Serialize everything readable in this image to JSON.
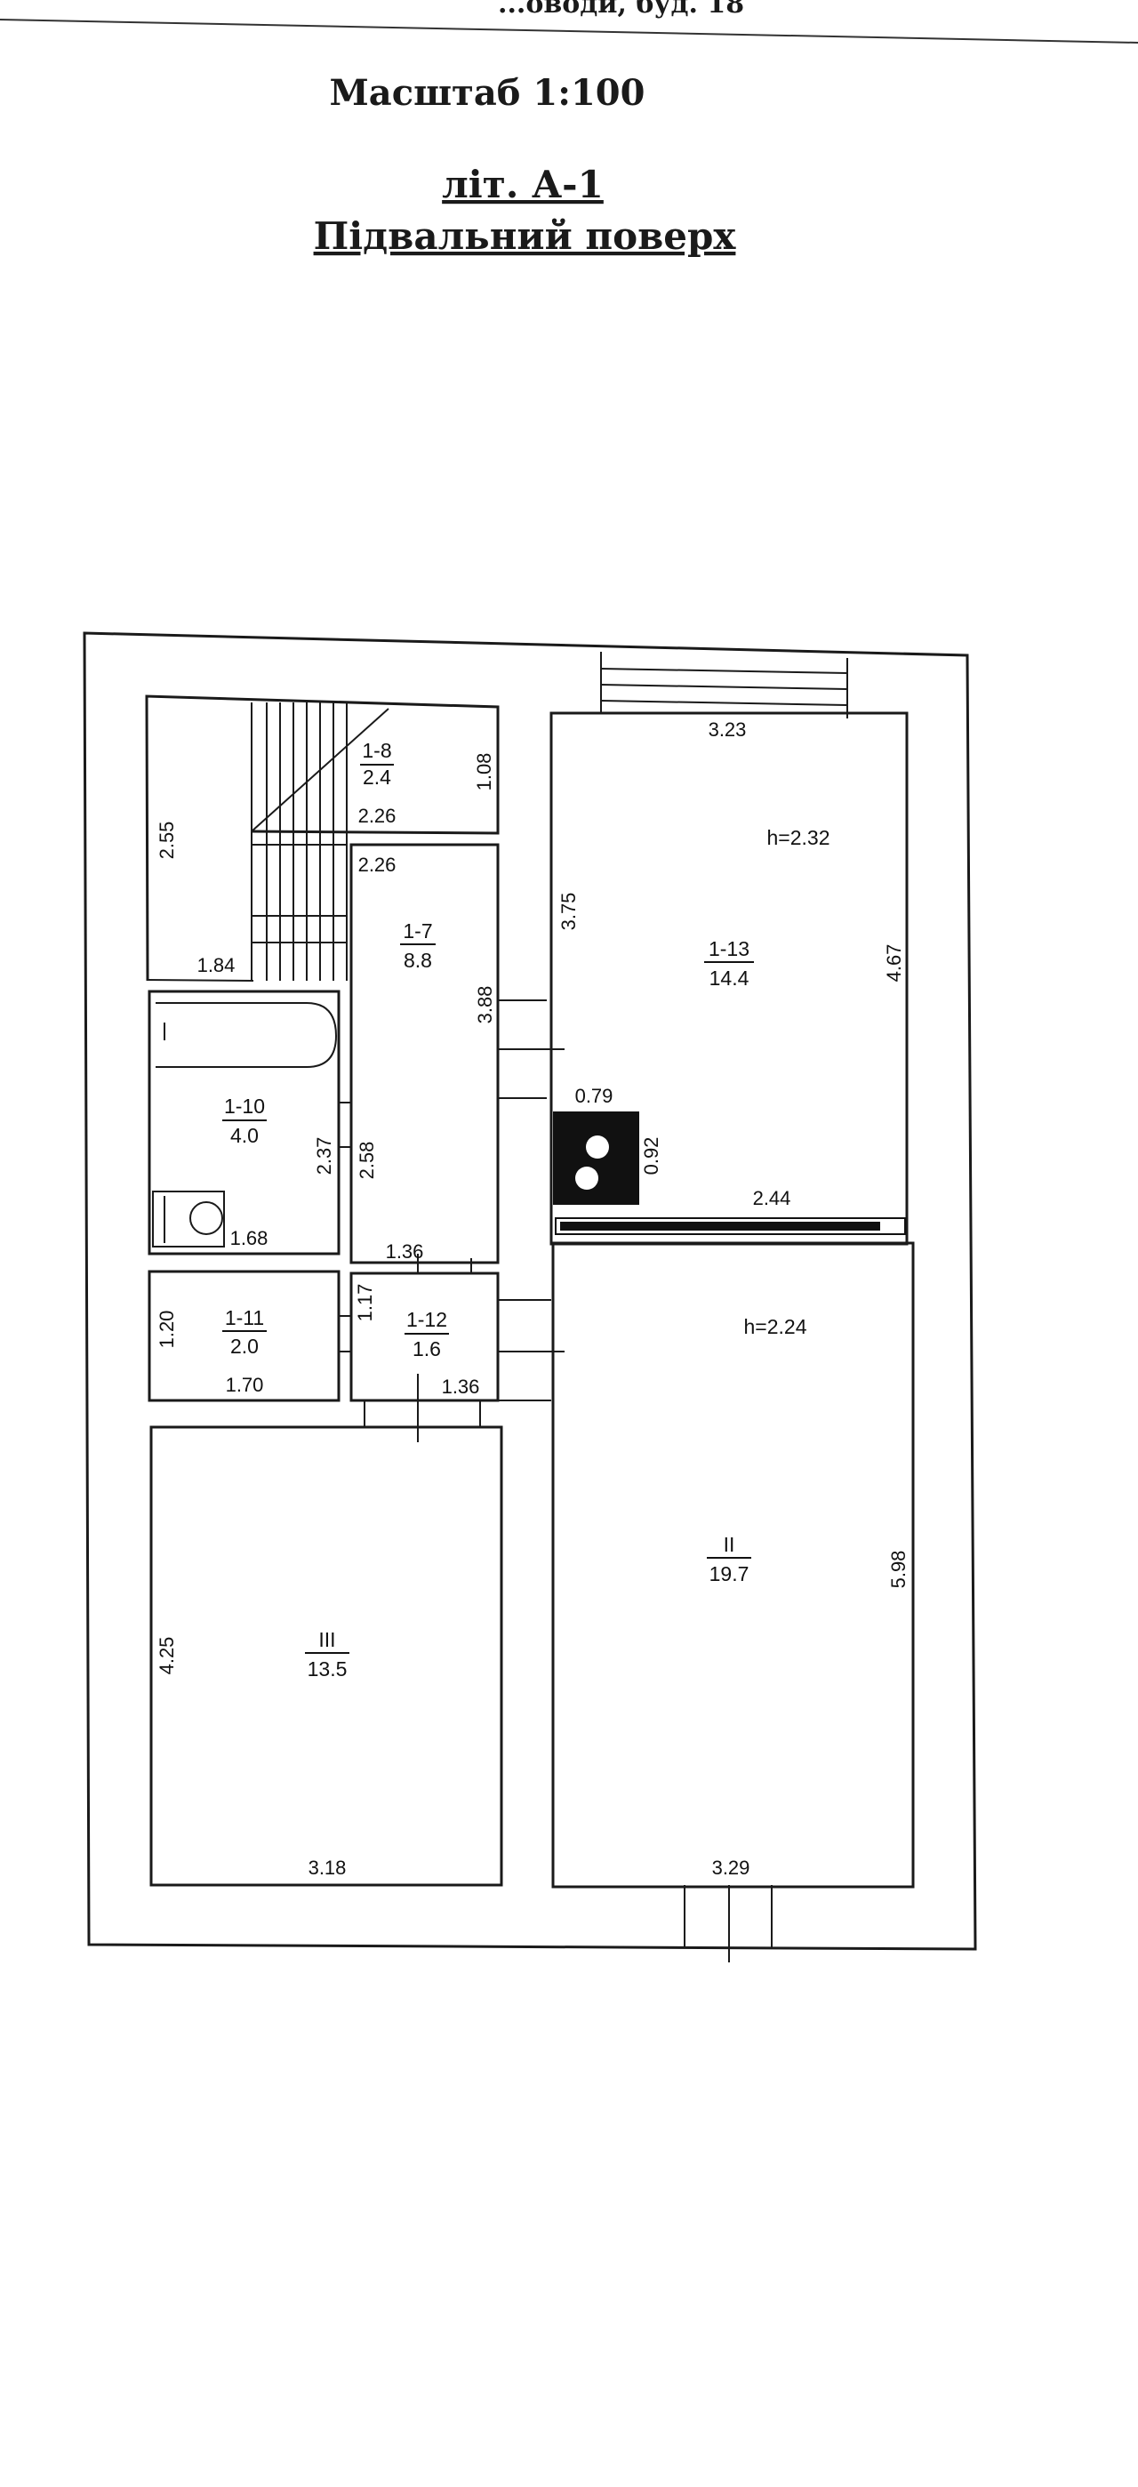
{
  "header": {
    "top_fragment": "...оводи, буд. 18",
    "scale": "Масштаб 1:100",
    "liter": "літ. А-1",
    "floor": "Підвальний поверх"
  },
  "rooms": {
    "r1_8": {
      "id": "1-8",
      "area": "2.4"
    },
    "r1_7": {
      "id": "1-7",
      "area": "8.8"
    },
    "r1_10": {
      "id": "1-10",
      "area": "4.0"
    },
    "r1_11": {
      "id": "1-11",
      "area": "2.0"
    },
    "r1_12": {
      "id": "1-12",
      "area": "1.6"
    },
    "r1_13": {
      "id": "1-13",
      "area": "14.4"
    },
    "rII": {
      "id": "II",
      "area": "19.7"
    },
    "rIII": {
      "id": "III",
      "area": "13.5"
    }
  },
  "heights": {
    "upper": "h=2.32",
    "lower": "h=2.24"
  },
  "dims": {
    "d1": "3.23",
    "d2": "2.55",
    "d3": "1.08",
    "d4": "2.26",
    "d5": "2.26",
    "d6": "1.84",
    "d7": "3.75",
    "d8": "4.67",
    "d9": "3.88",
    "d10": "0.79",
    "d11": "0.92",
    "d12": "2.44",
    "d13": "2.37",
    "d14": "2.58",
    "d15": "1.68",
    "d16": "1.36",
    "d17": "1.20",
    "d18": "1.17",
    "d19": "1.70",
    "d20": "1.36",
    "d21": "5.98",
    "d22": "4.25",
    "d23": "3.18",
    "d24": "3.29"
  }
}
